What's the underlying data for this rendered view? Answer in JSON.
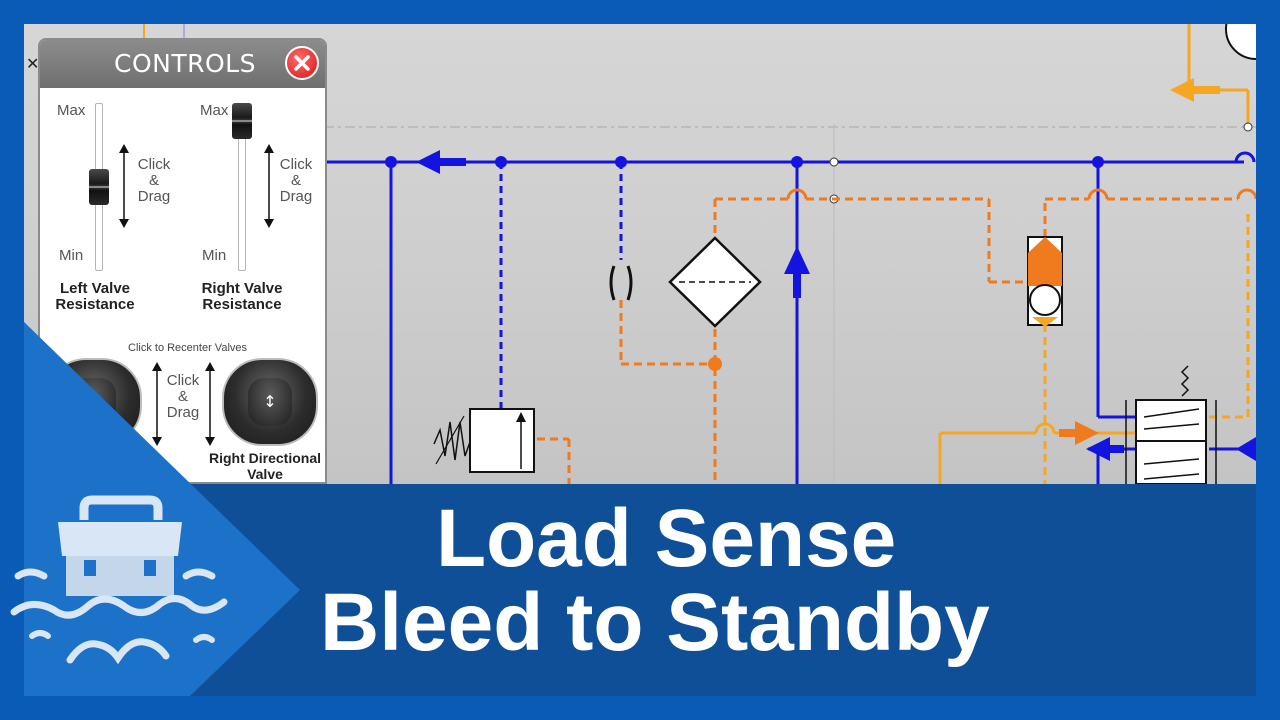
{
  "controls": {
    "title": "CONTROLS",
    "left_slider": {
      "max": "Max",
      "min": "Min",
      "hint": [
        "Click",
        "&",
        "Drag"
      ],
      "label": [
        "Left Valve",
        "Resistance"
      ],
      "level": 0.5
    },
    "right_slider": {
      "max": "Max",
      "min": "Min",
      "hint": [
        "Click",
        "&",
        "Drag"
      ],
      "label": [
        "Right Valve",
        "Resistance"
      ],
      "level": 1.0
    },
    "recenter": "Click to Recenter Valves",
    "joystick_hint": [
      "Click",
      "&",
      "Drag"
    ],
    "right_valve_label": [
      "Right Directional",
      "Valve"
    ],
    "close_icon": "close-x-icon"
  },
  "banner": {
    "line1": "Load Sense",
    "line2": "Bleed to Standby"
  },
  "colors": {
    "frame_blue": "#0A5BB5",
    "banner_blue": "#0E4F98",
    "pressure_line": "#1414E0",
    "pilot_line": "#F07A1E",
    "return_line": "#F5A623",
    "close_red": "#D81515"
  },
  "logo": {
    "icon": "toolbox-icon"
  }
}
